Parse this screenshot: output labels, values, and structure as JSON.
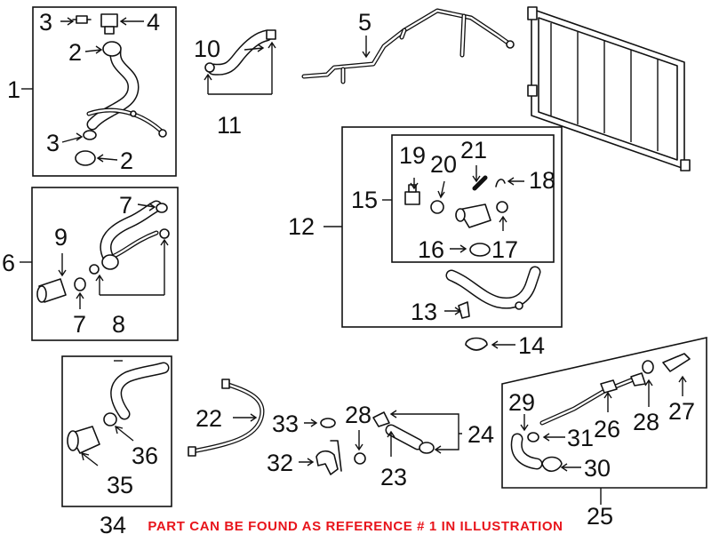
{
  "colors": {
    "line": "#111111",
    "footer_text": "#e8141b",
    "background": "#ffffff"
  },
  "labels": {
    "n1": "1",
    "n2a": "2",
    "n2b": "2",
    "n3a": "3",
    "n3b": "3",
    "n4": "4",
    "n5": "5",
    "n6": "6",
    "n7a": "7",
    "n7b": "7",
    "n8": "8",
    "n9": "9",
    "n10": "10",
    "n11": "11",
    "n12": "12",
    "n13": "13",
    "n14": "14",
    "n15": "15",
    "n16": "16",
    "n17": "17",
    "n18": "18",
    "n19": "19",
    "n20": "20",
    "n21": "21",
    "n22": "22",
    "n23": "23",
    "n24": "24",
    "n25": "25",
    "n26": "26",
    "n27": "27",
    "n28a": "28",
    "n28b": "28",
    "n29": "29",
    "n30": "30",
    "n31": "31",
    "n32": "32",
    "n33": "33",
    "n34": "34",
    "n35": "35",
    "n36": "36"
  },
  "footer": {
    "note": "PART CAN BE FOUND AS REFERENCE # 1 IN ILLUSTRATION"
  }
}
